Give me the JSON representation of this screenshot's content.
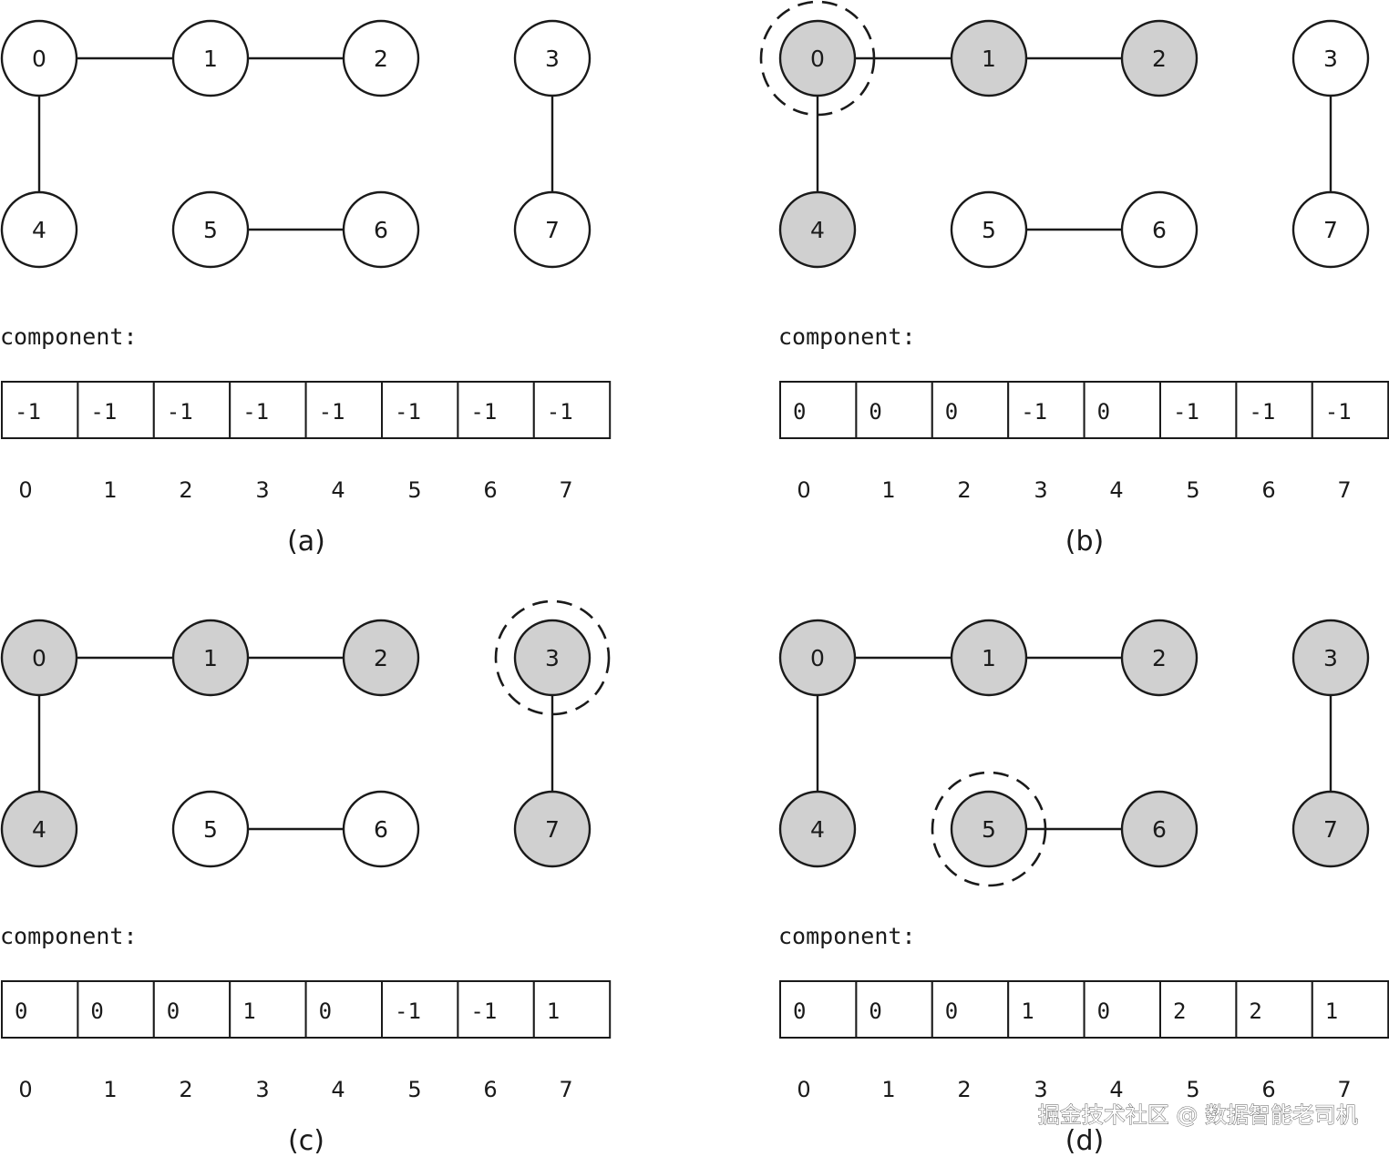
{
  "graph": {
    "nodes": [
      "0",
      "1",
      "2",
      "3",
      "4",
      "5",
      "6",
      "7"
    ],
    "edges": [
      [
        0,
        1
      ],
      [
        1,
        2
      ],
      [
        0,
        4
      ],
      [
        3,
        7
      ],
      [
        5,
        6
      ]
    ]
  },
  "colors": {
    "visited_fill": "#d0d0d0",
    "unvisited_fill": "#ffffff",
    "stroke": "#1a1a1a"
  },
  "component_label": "component:",
  "indices": [
    "0",
    "1",
    "2",
    "3",
    "4",
    "5",
    "6",
    "7"
  ],
  "panels": [
    {
      "caption": "(a)",
      "visited": [],
      "highlighted": null,
      "component": [
        "-1",
        "-1",
        "-1",
        "-1",
        "-1",
        "-1",
        "-1",
        "-1"
      ]
    },
    {
      "caption": "(b)",
      "visited": [
        0,
        1,
        2,
        4
      ],
      "highlighted": 0,
      "component": [
        "0",
        "0",
        "0",
        "-1",
        "0",
        "-1",
        "-1",
        "-1"
      ]
    },
    {
      "caption": "(c)",
      "visited": [
        0,
        1,
        2,
        3,
        4,
        7
      ],
      "highlighted": 3,
      "component": [
        "0",
        "0",
        "0",
        "1",
        "0",
        "-1",
        "-1",
        "1"
      ]
    },
    {
      "caption": "(d)",
      "visited": [
        0,
        1,
        2,
        3,
        4,
        5,
        6,
        7
      ],
      "highlighted": 5,
      "component": [
        "0",
        "0",
        "0",
        "1",
        "0",
        "2",
        "2",
        "1"
      ]
    }
  ],
  "watermark": "掘金技术社区 @ 数据智能老司机"
}
